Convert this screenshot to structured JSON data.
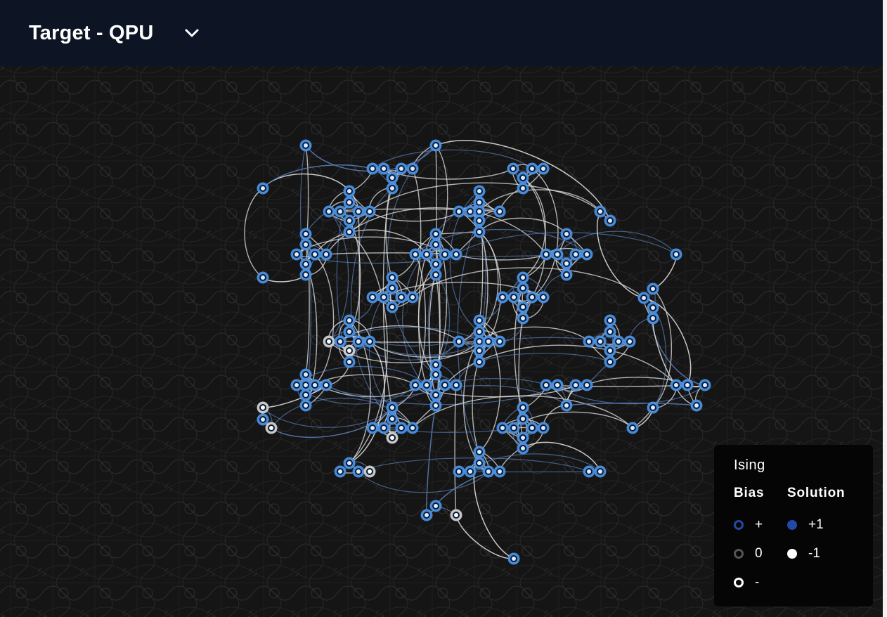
{
  "header": {
    "title": "Target - QPU",
    "dropdown_icon": "chevron-down-icon"
  },
  "graph": {
    "node_color": "#4a90e2",
    "node_core_color": "#dcecff",
    "edge_color": "#e6e6e6",
    "edge_color_blue": "#5a7fb8"
  },
  "legend": {
    "title": "Ising",
    "bias_heading": "Bias",
    "solution_heading": "Solution",
    "bias_items": [
      {
        "label": "+",
        "color": "#2348a8"
      },
      {
        "label": "0",
        "color": "#555555"
      },
      {
        "label": "-",
        "color": "#ffffff"
      }
    ],
    "solution_items": [
      {
        "label": "+1",
        "color": "#2348a8"
      },
      {
        "label": "-1",
        "color": "#ffffff"
      }
    ]
  }
}
